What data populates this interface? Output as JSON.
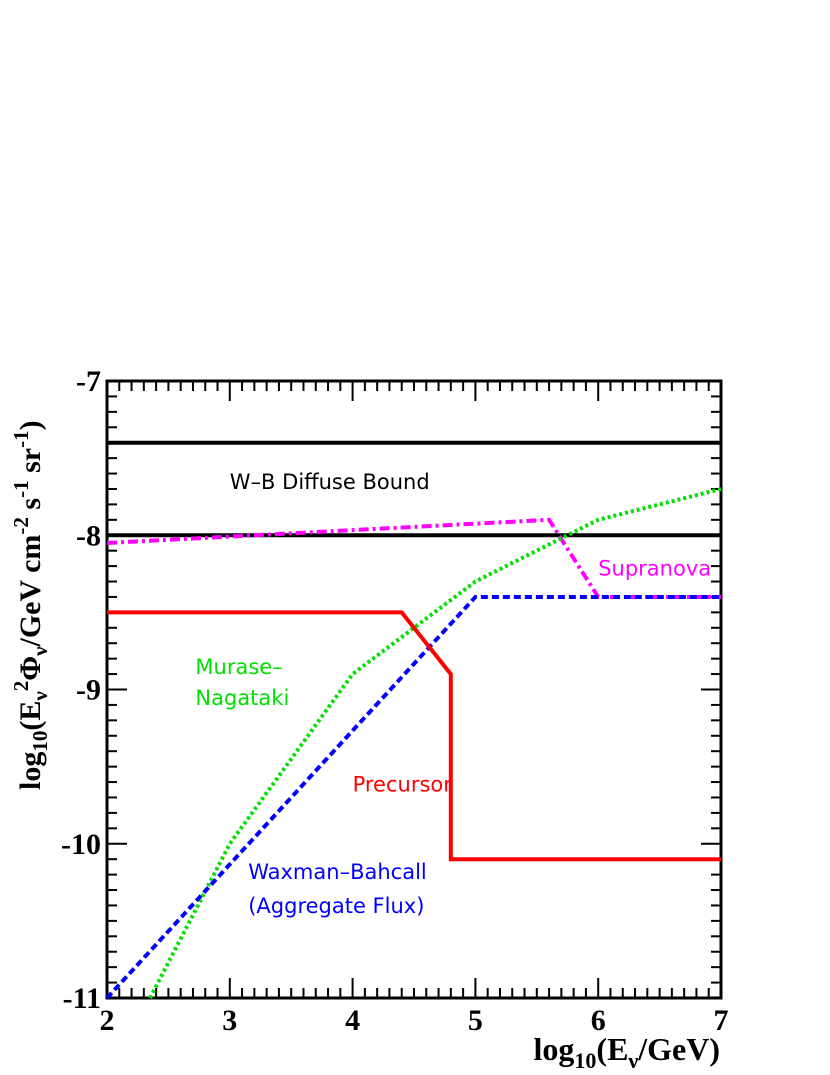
{
  "chart_data": {
    "type": "line",
    "xlim": [
      2,
      7
    ],
    "ylim": [
      -11,
      -7
    ],
    "x_ticks": [
      2,
      3,
      4,
      5,
      6,
      7
    ],
    "y_ticks": [
      -11,
      -10,
      -9,
      -8,
      -7
    ],
    "x_tick_labels": [
      "2",
      "3",
      "4",
      "5",
      "6",
      "7"
    ],
    "y_tick_labels": [
      "-11",
      "-10",
      "-9",
      "-8",
      "-7"
    ],
    "xlabel": {
      "pre": "log",
      "sub1": "10",
      "mid": "(E",
      "sub2": "ν",
      "post": "/GeV)"
    },
    "ylabel": {
      "a": "log",
      "a_sub": "10",
      "b": "(E",
      "b_sub": "ν",
      "c_sup": "2",
      "d": "Φ",
      "d_sub": "ν",
      "e": "/GeV cm",
      "e_sup": "-2",
      "f": " s",
      "f_sup": "-1",
      "g": " sr",
      "g_sup": "-1",
      "h": ")"
    },
    "grid": false,
    "series": [
      {
        "name": "W-B Diffuse Bound",
        "color": "#000000",
        "style": "solid",
        "segments": [
          [
            [
              2,
              -7.4
            ],
            [
              7,
              -7.4
            ]
          ],
          [
            [
              2,
              -8.0
            ],
            [
              7,
              -8.0
            ]
          ]
        ]
      },
      {
        "name": "Supranova",
        "color": "#ff00ff",
        "style": "dashdot",
        "x": [
          2,
          5.6,
          6.0,
          7
        ],
        "y": [
          -8.05,
          -7.9,
          -8.4,
          -8.4
        ]
      },
      {
        "name": "Murase–Nagataki",
        "color": "#00e000",
        "style": "dotted",
        "x": [
          2.35,
          3.0,
          4.0,
          5.0,
          6.0,
          7.0
        ],
        "y": [
          -11.0,
          -10.0,
          -8.9,
          -8.3,
          -7.9,
          -7.7
        ]
      },
      {
        "name": "Waxman–Bahcall (Aggregate Flux)",
        "color": "#0000ff",
        "style": "dashed",
        "x": [
          2.0,
          5.0,
          7.0
        ],
        "y": [
          -11.0,
          -8.4,
          -8.4
        ]
      },
      {
        "name": "Precursor",
        "color": "#ff0000",
        "style": "solid",
        "x": [
          2.0,
          4.4,
          4.8,
          4.8,
          7.0
        ],
        "y": [
          -8.5,
          -8.5,
          -8.9,
          -10.1,
          -10.1
        ]
      }
    ],
    "annotations": [
      {
        "id": "wb-label",
        "text": "W–B Diffuse Bound",
        "color": "#000000",
        "x": 3.0,
        "y": -7.7
      },
      {
        "id": "supranova-label",
        "text": "Supranova",
        "color": "#ff00ff",
        "x": 6.0,
        "y": -8.26
      },
      {
        "id": "murase-label-1",
        "text": "Murase–",
        "color": "#00e000",
        "x": 2.72,
        "y": -8.9
      },
      {
        "id": "murase-label-2",
        "text": "Nagataki",
        "color": "#00e000",
        "x": 2.72,
        "y": -9.1
      },
      {
        "id": "precursor-label",
        "text": "Precursor",
        "color": "#ff0000",
        "x": 4.0,
        "y": -9.66
      },
      {
        "id": "wb-agg-label-1",
        "text": "Waxman–Bahcall",
        "color": "#0000ff",
        "x": 3.15,
        "y": -10.23
      },
      {
        "id": "wb-agg-label-2",
        "text": "(Aggregate Flux)",
        "color": "#0000ff",
        "x": 3.15,
        "y": -10.45
      }
    ]
  }
}
